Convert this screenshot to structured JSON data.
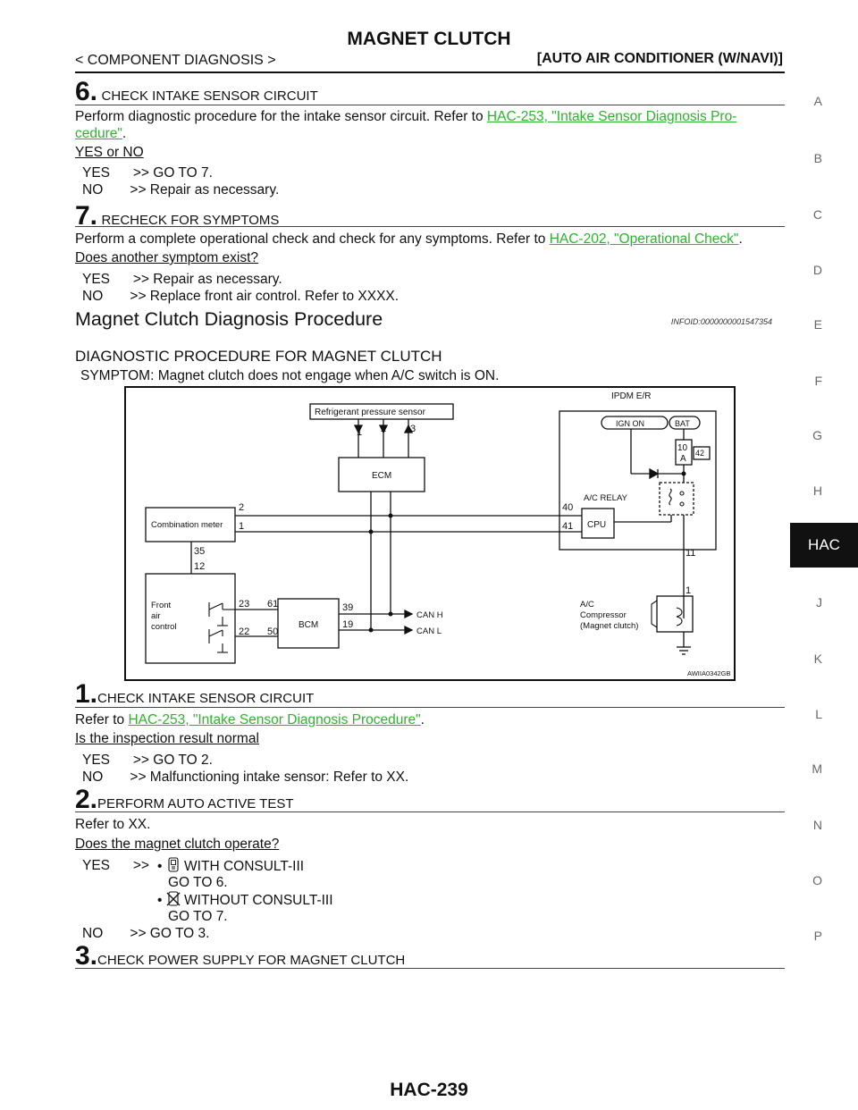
{
  "header": {
    "title": "MAGNET CLUTCH",
    "breadcrumb": "< COMPONENT DIAGNOSIS >",
    "section": "[AUTO AIR CONDITIONER (W/NAVI)]"
  },
  "steps_top": [
    {
      "num": "6.",
      "title": "CHECK INTAKE SENSOR CIRCUIT",
      "body_prefix": "Perform diagnostic procedure for the intake sensor circuit. Refer to ",
      "link_line1": "HAC-253, \"Intake Sensor Diagnosis Pro-",
      "link_line2": "cedure\"",
      "body_suffix": ".",
      "question": "YES or NO",
      "answers": [
        "YES      >> GO TO 7.",
        "NO       >> Repair as necessary."
      ]
    },
    {
      "num": "7.",
      "title": "RECHECK FOR SYMPTOMS",
      "body_prefix": "Perform a complete operational check and check for any symptoms. Refer to ",
      "link": "HAC-202, \"Operational Check\"",
      "body_suffix": ".",
      "question": "Does another symptom exist?",
      "answers": [
        "YES      >> Repair as necessary.",
        "NO       >> Replace front air control. Refer to XXXX."
      ]
    }
  ],
  "section": {
    "title": "Magnet Clutch Diagnosis Procedure",
    "infoid": "INFOID:0000000001547354",
    "heading": "DIAGNOSTIC PROCEDURE FOR MAGNET CLUTCH",
    "symptom": "SYMPTOM: Magnet clutch does not engage when A/C switch is ON."
  },
  "diagram": {
    "refrigerant_sensor": "Refrigerant pressure sensor",
    "ecm": "ECM",
    "ipdm": "IPDM E/R",
    "ign_on": "IGN ON",
    "bat": "BAT",
    "fuse_a": "10",
    "fuse_b": "A",
    "fuse_no": "42",
    "ac_relay": "A/C RELAY",
    "cpu": "CPU",
    "combination_meter": "Combination meter",
    "front_air_control_1": "Front",
    "front_air_control_2": "air",
    "front_air_control_3": "control",
    "bcm": "BCM",
    "can_h": "CAN H",
    "can_l": "CAN L",
    "compressor_1": "A/C",
    "compressor_2": "Compressor",
    "compressor_3": "(Magnet clutch)",
    "code": "AWIIA0342GB",
    "pins": {
      "s1": "1",
      "s2": "2",
      "s3": "3",
      "m2": "2",
      "m1": "1",
      "p40": "40",
      "p41": "41",
      "m35": "35",
      "f12": "12",
      "p11": "11",
      "c1": "1",
      "f23": "23",
      "f61": "61",
      "f22": "22",
      "f50": "50",
      "b39": "39",
      "b19": "19"
    }
  },
  "steps_bottom": [
    {
      "num": "1.",
      "title": "CHECK INTAKE SENSOR CIRCUIT",
      "body_prefix": "Refer to ",
      "link": "HAC-253, \"Intake Sensor Diagnosis Procedure\"",
      "body_suffix": ".",
      "question": "Is the inspection result normal",
      "answers": [
        "YES      >> GO TO 2.",
        "NO       >> Malfunctioning intake sensor: Refer to XX."
      ]
    },
    {
      "num": "2.",
      "title": "PERFORM AUTO ACTIVE TEST",
      "body": "Refer to XX.",
      "question": "Does the magnet clutch operate?",
      "yes_prefix": "YES      >>",
      "bullet1": "WITH CONSULT-III",
      "goto1": "GO TO 6.",
      "bullet2": "WITHOUT CONSULT-III",
      "goto2": "GO TO 7.",
      "no_answer": "NO       >> GO TO 3."
    },
    {
      "num": "3.",
      "title": "CHECK POWER SUPPLY FOR MAGNET CLUTCH"
    }
  ],
  "side_tabs": [
    "A",
    "B",
    "C",
    "D",
    "E",
    "F",
    "G",
    "H",
    "J",
    "K",
    "L",
    "M",
    "N",
    "O",
    "P"
  ],
  "active_tab": "HAC",
  "page_number": "HAC-239"
}
